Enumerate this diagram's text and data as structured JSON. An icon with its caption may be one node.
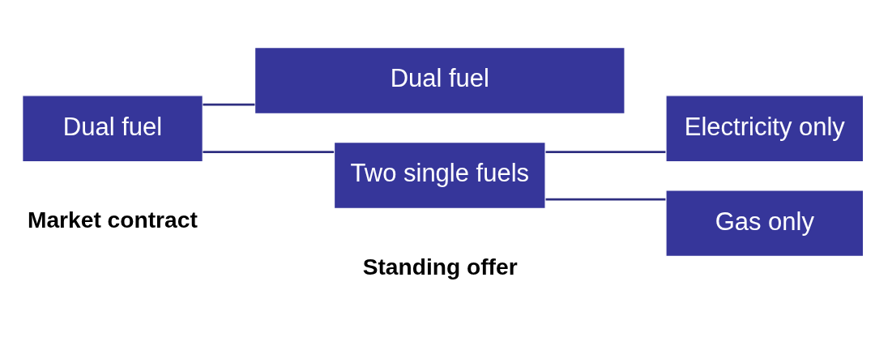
{
  "diagram": {
    "nodes": [
      {
        "text": [
          "Dual fuel"
        ]
      },
      {
        "text": [
          "Dual fuel"
        ]
      },
      {
        "text": [
          "Two single fuels"
        ]
      },
      {
        "text": [
          "Electricity only"
        ]
      },
      {
        "text": [
          "Gas only"
        ]
      }
    ],
    "edges": [
      {
        "from": 0,
        "to": 1,
        "arrow": "none"
      },
      {
        "from": 0,
        "to": 2,
        "arrow": "none"
      },
      {
        "from": 2,
        "to": 3,
        "arrow": "none"
      },
      {
        "from": 2,
        "to": 4,
        "arrow": "none"
      }
    ],
    "labels": [
      "Market contract",
      "Standing offer"
    ]
  }
}
